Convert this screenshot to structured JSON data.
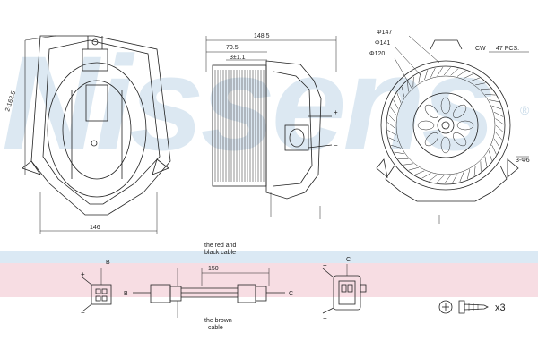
{
  "watermark": "Nissens",
  "registered_mark": "®",
  "colors": {
    "band_blue": "#dbe9f4",
    "band_pink": "#f7dde3",
    "line": "#222222"
  },
  "front_view": {
    "diag_dim": "2-162.5",
    "width_dim": "146"
  },
  "side_view": {
    "overall": "148.5",
    "depth": "70.5",
    "tolerance": "3±1.1",
    "plus": "+",
    "minus": "−"
  },
  "rear_view": {
    "d1": "Φ147",
    "d2": "Φ141",
    "d3": "Φ120",
    "rotation": "CW",
    "blades": "47 PCS.",
    "holes": "3-Φ6"
  },
  "connector_b": {
    "title": "B",
    "plus": "+",
    "minus": "−"
  },
  "harness": {
    "wire_top": "the red and\nblack cable",
    "wire_bottom": "the brown\ncable",
    "length": "150",
    "end_b": "B",
    "end_c": "C"
  },
  "connector_c": {
    "title": "C",
    "plus": "+",
    "minus": "−"
  },
  "screws": {
    "qty": "x3"
  }
}
